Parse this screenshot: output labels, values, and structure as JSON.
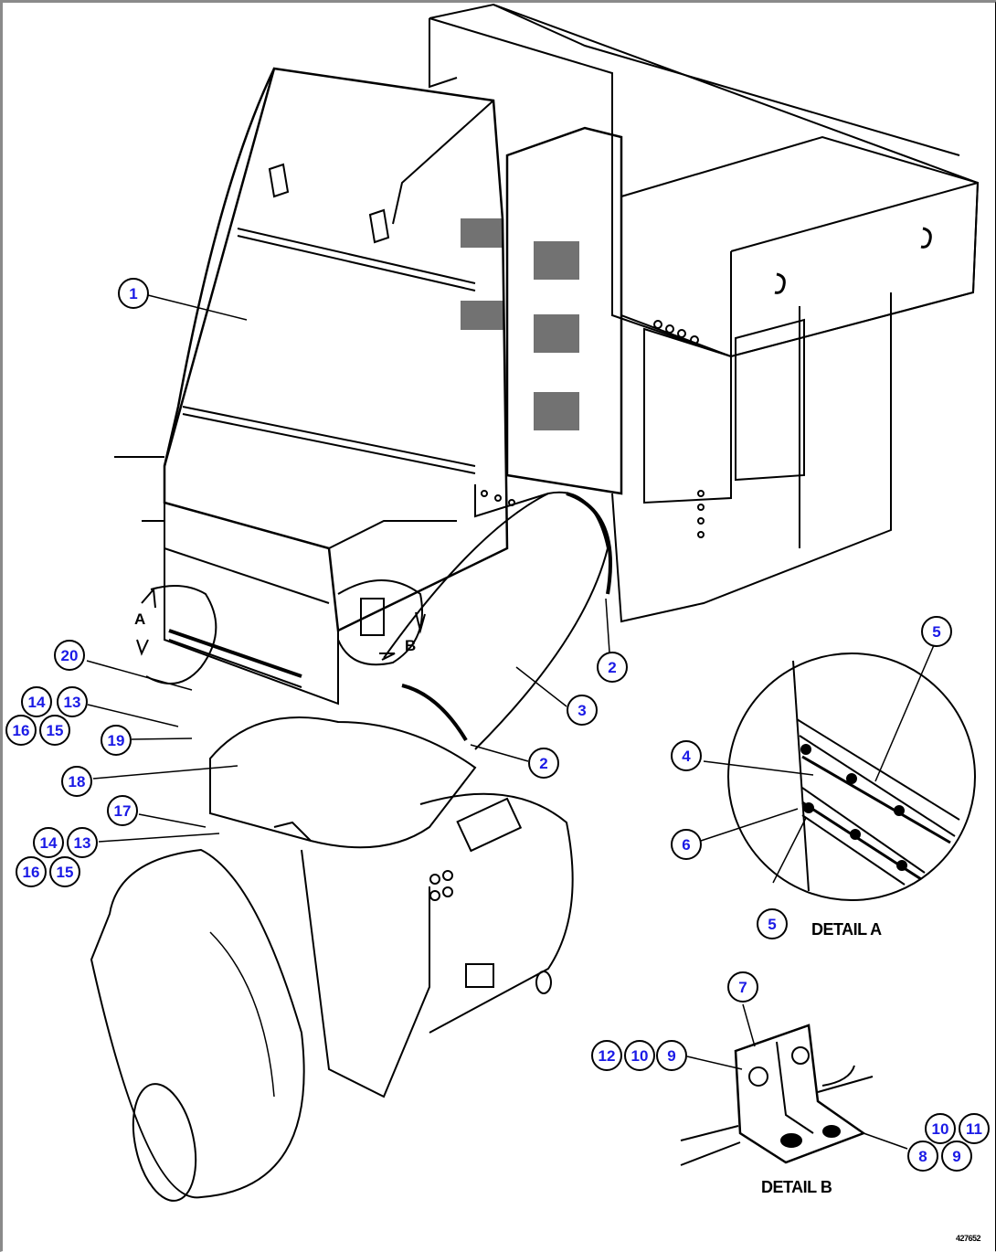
{
  "figure": {
    "figure_id": "427652",
    "detail_labels": {
      "detail_a": "DETAIL A",
      "detail_b": "DETAIL B"
    },
    "view_markers": {
      "a": "A",
      "b": "B"
    },
    "colors": {
      "callout_text": "#1a1ae6",
      "line_art": "#000000",
      "background": "#ffffff",
      "frame_border": "#8a8a8a"
    }
  },
  "callouts": {
    "c1": "1",
    "c2a": "2",
    "c2b": "2",
    "c3": "3",
    "c4": "4",
    "c5a": "5",
    "c5b": "5",
    "c6": "6",
    "c7": "7",
    "c8": "8",
    "c9a": "9",
    "c9b": "9",
    "c10a": "10",
    "c10b": "10",
    "c11": "11",
    "c12": "12",
    "c13a": "13",
    "c13b": "13",
    "c14a": "14",
    "c14b": "14",
    "c15a": "15",
    "c15b": "15",
    "c16a": "16",
    "c16b": "16",
    "c17": "17",
    "c18": "18",
    "c19": "19",
    "c20": "20"
  }
}
